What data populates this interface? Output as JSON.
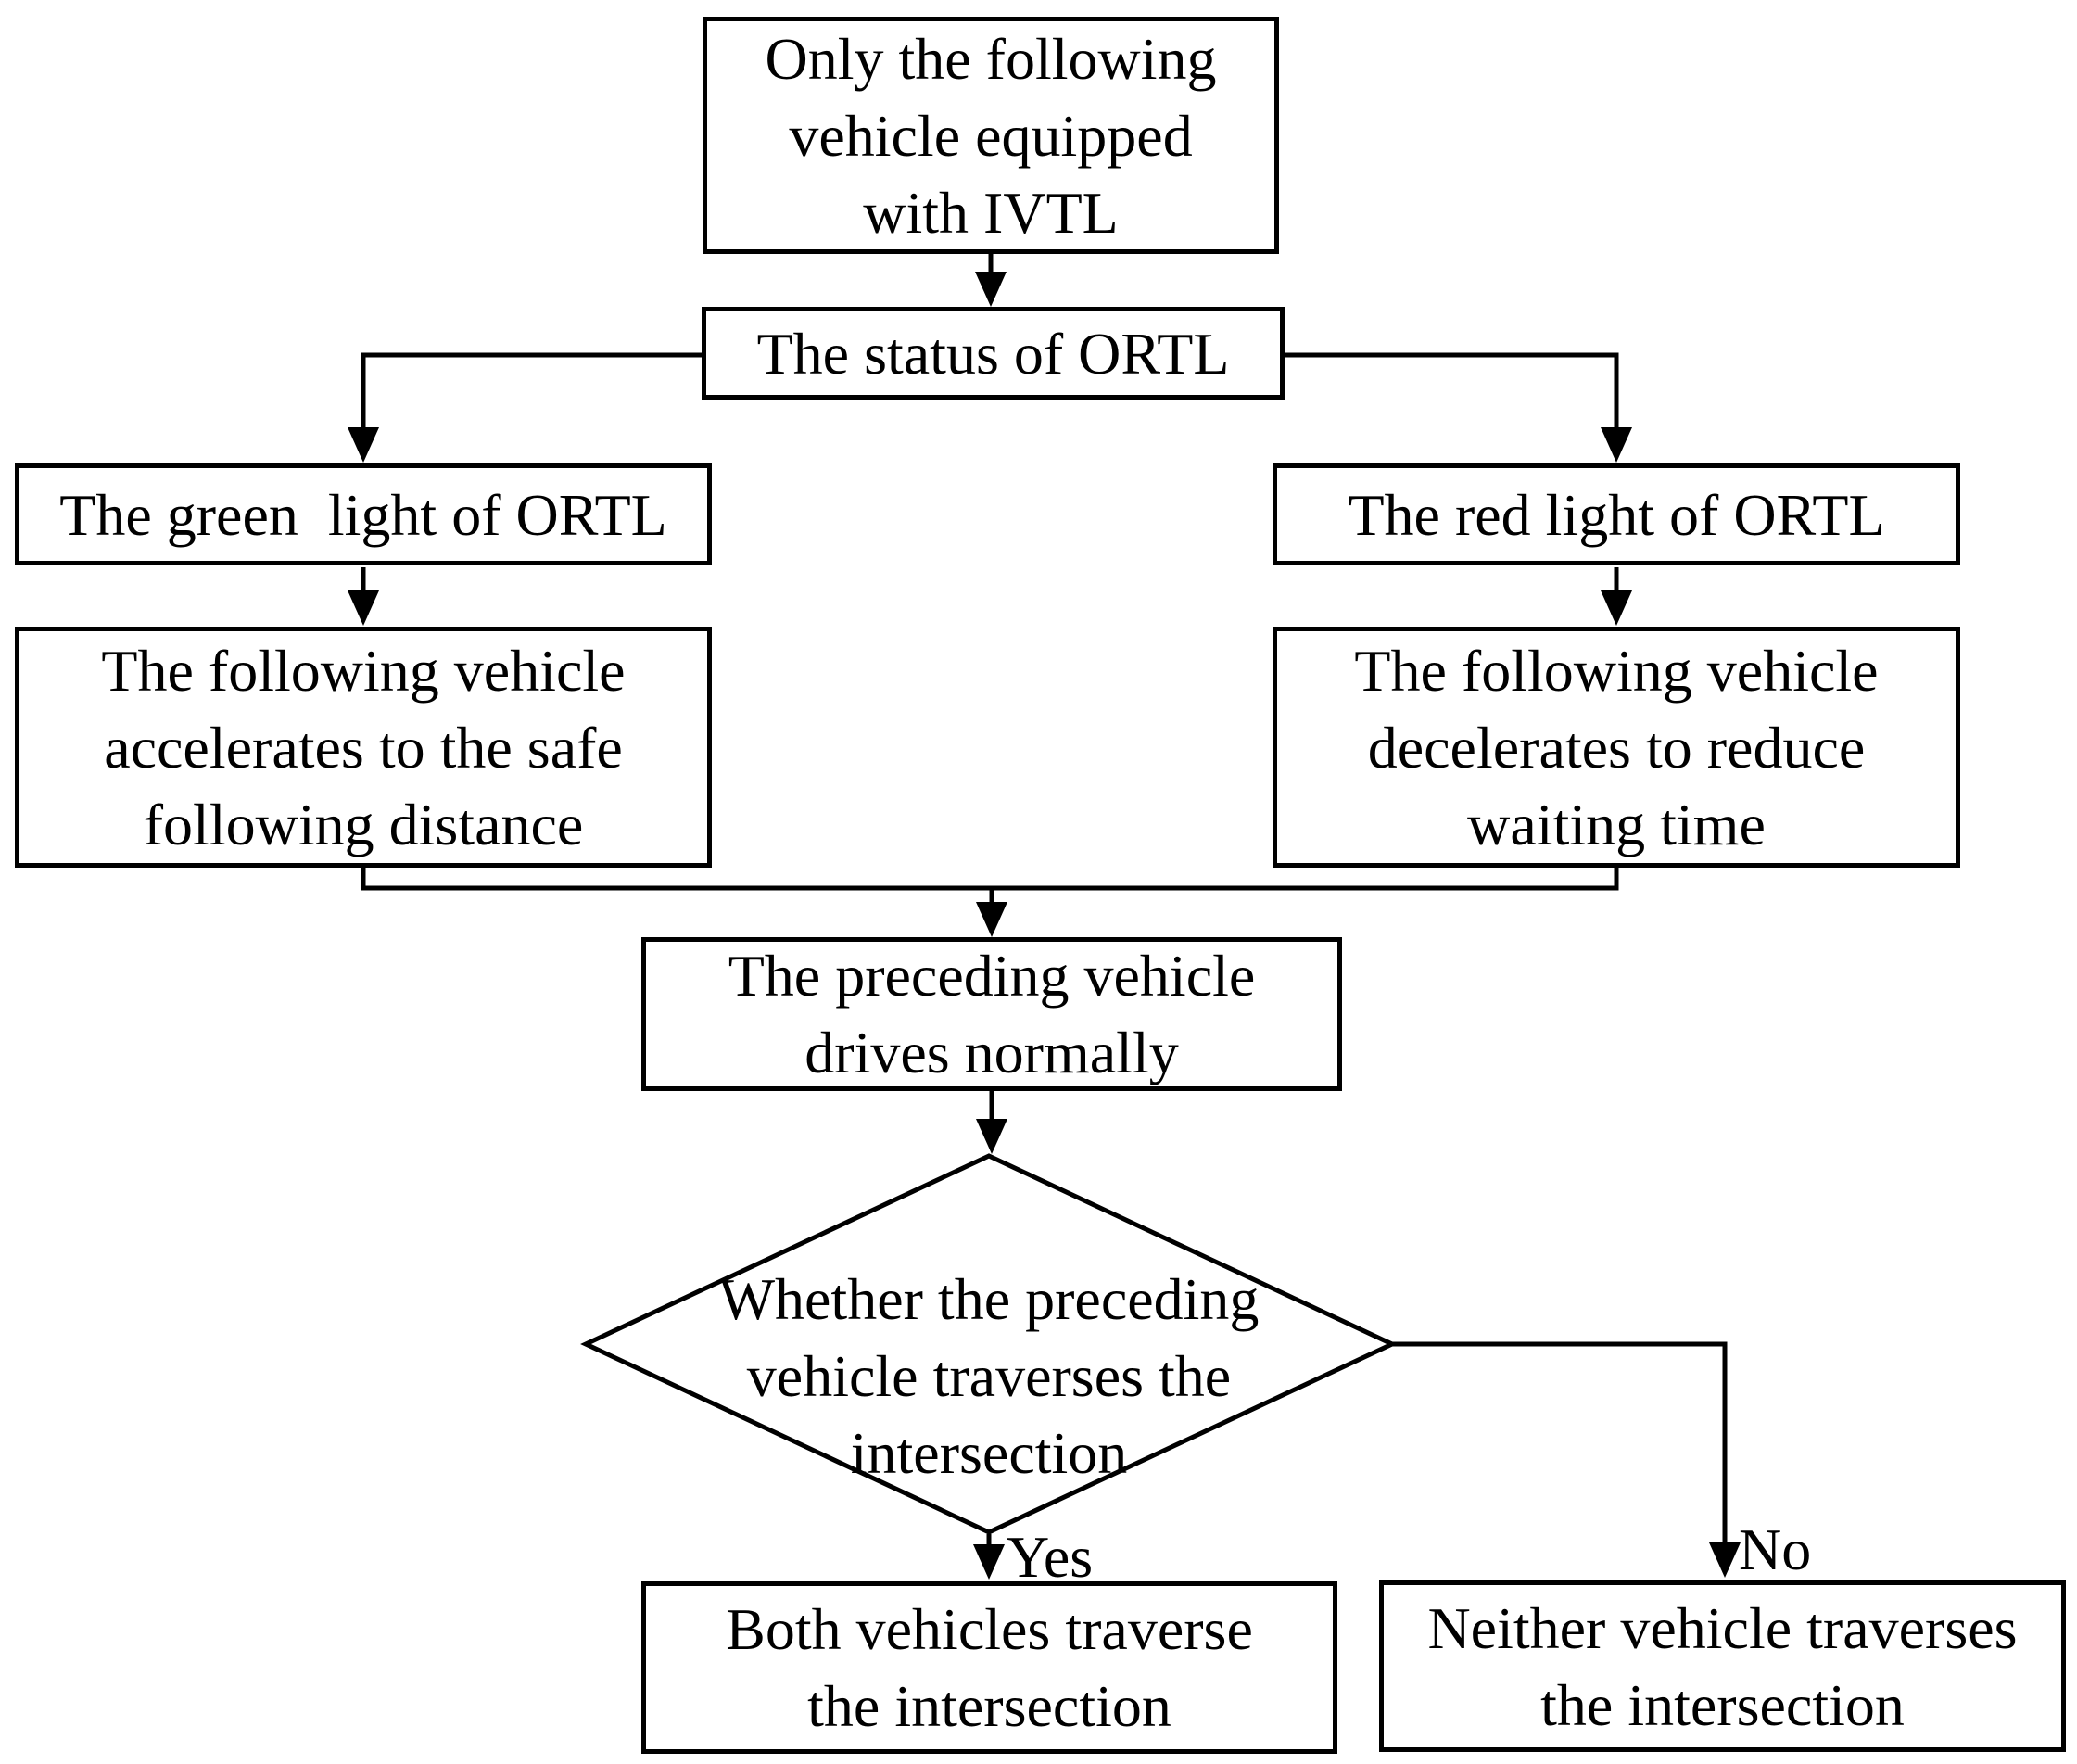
{
  "figure": {
    "type": "flowchart",
    "ink_color": "#000000",
    "paper_color": "#ffffff"
  },
  "nodes": {
    "only": {
      "text": "Only the following\nvehicle equipped\nwith IVTL"
    },
    "status": {
      "text": "The status of ORTL"
    },
    "green": {
      "text": "The green  light of ORTL"
    },
    "red": {
      "text": "The red light of ORTL"
    },
    "accelerate": {
      "text": "The following vehicle\naccelerates to the safe\nfollowing distance"
    },
    "decelerate": {
      "text": "The following vehicle\ndecelerates to reduce\nwaiting time"
    },
    "preceding": {
      "text": "The preceding vehicle\ndrives normally"
    },
    "decision": {
      "text": "Whether the preceding\nvehicle traverses the\nintersection"
    },
    "both": {
      "text": "Both vehicles traverse\nthe intersection"
    },
    "neither": {
      "text": "Neither vehicle traverses\nthe intersection"
    }
  },
  "edge_labels": {
    "yes": "Yes",
    "no": "No"
  }
}
